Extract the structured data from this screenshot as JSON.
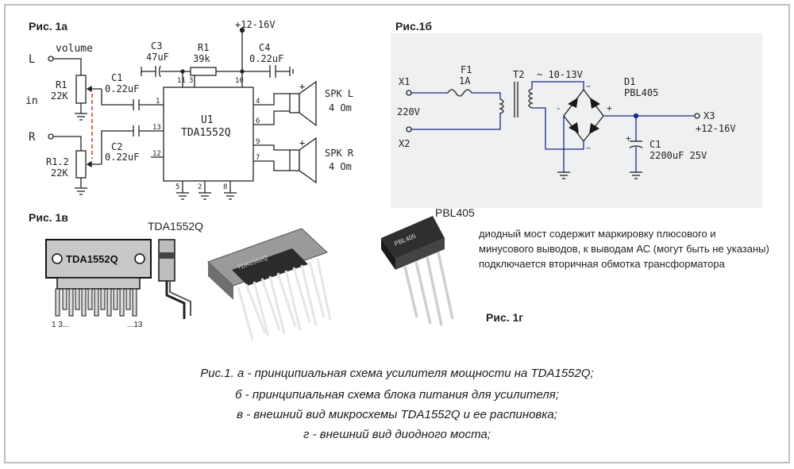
{
  "fig_a": {
    "title": "Рис. 1а",
    "supply": "+12-16V",
    "L": "L",
    "R": "R",
    "in": "in",
    "volume": "volume",
    "r1_name": "R1",
    "r1_val": "22K",
    "r12_name": "R1.2",
    "r12_val": "22K",
    "c1_name": "C1",
    "c1_val": "0.22uF",
    "c2_name": "C2",
    "c2_val": "0.22uF",
    "c3_name": "C3",
    "c3_val": "47uF",
    "c4_name": "C4",
    "c4_val": "0.22uF",
    "rl_name": "R1",
    "rl_val": "39k",
    "u1_name": "U1",
    "u1_part": "TDA1552Q",
    "pins": {
      "p1": "1",
      "p13": "13",
      "p12": "12",
      "p11": "11",
      "p3": "3",
      "p10": "10",
      "p4": "4",
      "p6": "6",
      "p9": "9",
      "p7": "7",
      "p5": "5",
      "p2": "2",
      "p8": "8"
    },
    "spk_l": "SPK L",
    "spk_l_ohm": "4 Om",
    "spk_r": "SPK R",
    "spk_r_ohm": "4 Om",
    "plus": "+"
  },
  "fig_b": {
    "title": "Рис.1б",
    "x1": "X1",
    "x2": "X2",
    "x3": "X3",
    "mains": "220V",
    "f1_name": "F1",
    "f1_val": "1A",
    "t2": "T2",
    "t2_volt": "~ 10-13V",
    "d1_name": "D1",
    "d1_part": "PBL405",
    "out": "+12-16V",
    "c1_name": "C1",
    "c1_val": "2200uF 25V",
    "tilde": "~",
    "minus": "-",
    "plus": "+"
  },
  "fig_v": {
    "title": "Рис. 1в",
    "chip_label": "TDA1552Q",
    "part_name": "TDA1552Q",
    "pin_first": "1 3...",
    "pin_last": "...13",
    "photo_mark": "TDA1552Q"
  },
  "fig_g": {
    "title": "Рис. 1г",
    "part_name": "PBL405",
    "bridge_mark": "PBL405",
    "description": "диодный мост содержит маркировку плюсового и минусового выводов, к выводам АС (могут быть не указаны) подключается вторичная обмотка трансформатора"
  },
  "caption": {
    "line1": "Рис.1. а - принципиальная схема усилителя мощности на TDA1552Q;",
    "line2": "б - принципиальная схема блока питания для усилителя;",
    "line3": "в - внешний вид микросхемы TDA1552Q и ее распиновка;",
    "line4": "г - внешний вид диодного моста;"
  }
}
